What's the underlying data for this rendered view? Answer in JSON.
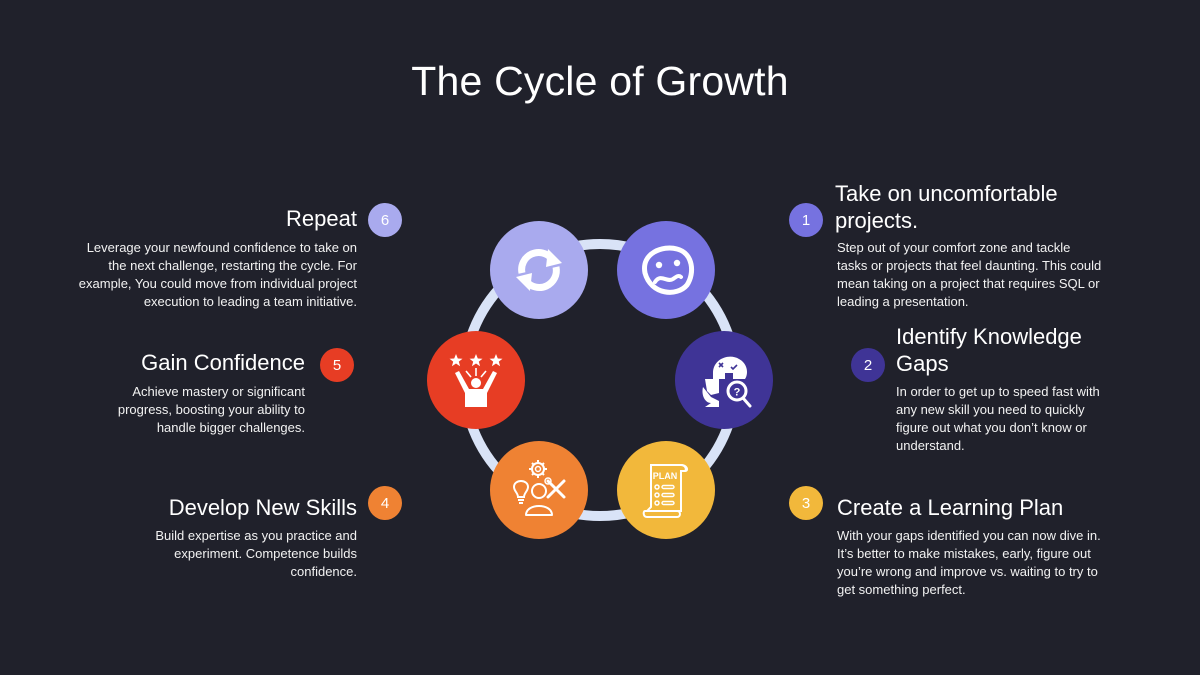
{
  "title": "The Cycle of Growth",
  "colors": {
    "background": "#20212b",
    "ring": "#d9e3f7",
    "step1": "#7672e0",
    "step2": "#3f3496",
    "step3": "#f2b83b",
    "step4": "#ef8233",
    "step5": "#e73d24",
    "step6": "#a9aaee"
  },
  "steps": [
    {
      "number": "1",
      "title_line1": "Take on uncomfortable",
      "title_line2": "projects.",
      "description": "Step out of your comfort zone and tackle tasks or projects that feel daunting. This could mean taking on a project that requires SQL or leading a presentation.",
      "icon": "uneasy-face-icon"
    },
    {
      "number": "2",
      "title_line1": "Identify Knowledge",
      "title_line2": "Gaps",
      "description": "In order to get up to speed fast with any new skill you need to quickly figure out what you don’t know or understand.",
      "icon": "puzzle-brain-search-icon"
    },
    {
      "number": "3",
      "title_line1": "Create a Learning Plan",
      "title_line2": "",
      "description": "With your gaps identified you can now dive in. It’s better to make mistakes, early, figure out you’re wrong and improve vs. waiting to try to get something perfect.",
      "icon": "plan-scroll-icon",
      "icon_text": "PLAN"
    },
    {
      "number": "4",
      "title_line1": "Develop New Skills",
      "title_line2": "",
      "description": "Build expertise as you practice and experiment. Competence builds confidence.",
      "icon": "person-skills-icon"
    },
    {
      "number": "5",
      "title_line1": "Gain Confidence",
      "title_line2": "",
      "description": "Achieve mastery or significant progress, boosting your ability to handle bigger challenges.",
      "icon": "celebrating-person-stars-icon"
    },
    {
      "number": "6",
      "title_line1": "Repeat",
      "title_line2": "",
      "description": "Leverage your newfound confidence to take on the next challenge, restarting the cycle. For example, You could move from individual project execution to leading a team initiative.",
      "icon": "refresh-cycle-icon"
    }
  ]
}
